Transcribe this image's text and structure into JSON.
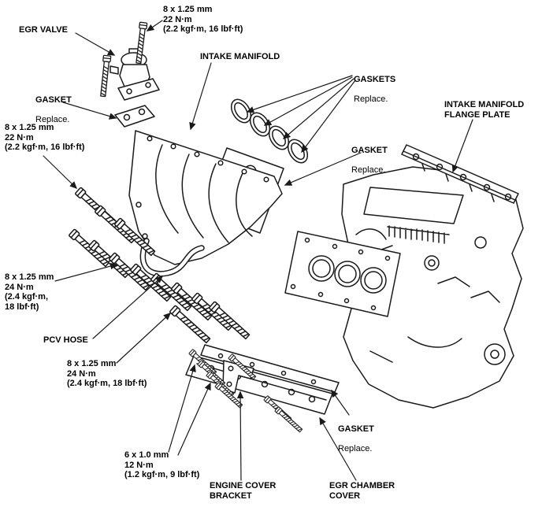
{
  "colors": {
    "background": "#ffffff",
    "line": "#1a1a1a",
    "text": "#000000"
  },
  "labels": {
    "torque_top": {
      "text": "8 x 1.25 mm\n22 N·m\n(2.2 kgf·m, 16 lbf·ft)"
    },
    "egr_valve": {
      "text": "EGR VALVE"
    },
    "intake_manifold": {
      "text": "INTAKE MANIFOLD"
    },
    "gaskets": {
      "title": "GASKETS",
      "sub": "Replace."
    },
    "gasket_upper_left": {
      "title": "GASKET",
      "sub": "Replace."
    },
    "flange_plate": {
      "text": "INTAKE MANIFOLD\nFLANGE PLATE"
    },
    "torque_22_left": {
      "text": "8 x 1.25 mm\n22 N·m\n(2.2 kgf·m, 16 lbf·ft)"
    },
    "gasket_middle": {
      "title": "GASKET",
      "sub": "Replace."
    },
    "torque_24_left": {
      "text": "8 x 1.25 mm\n24 N·m\n(2.4 kgf·m,\n18 lbf·ft)"
    },
    "pcv_hose": {
      "text": "PCV HOSE"
    },
    "torque_24_mid": {
      "text": "8 x 1.25 mm\n24 N·m\n(2.4 kgf·m, 18 lbf·ft)"
    },
    "torque_6mm": {
      "text": "6 x 1.0 mm\n12 N·m\n(1.2 kgf·m, 9 lbf·ft)"
    },
    "engine_cover_bracket": {
      "text": "ENGINE COVER\nBRACKET"
    },
    "egr_chamber_cover": {
      "text": "EGR CHAMBER\nCOVER"
    },
    "gasket_lower": {
      "title": "GASKET",
      "sub": "Replace."
    }
  }
}
